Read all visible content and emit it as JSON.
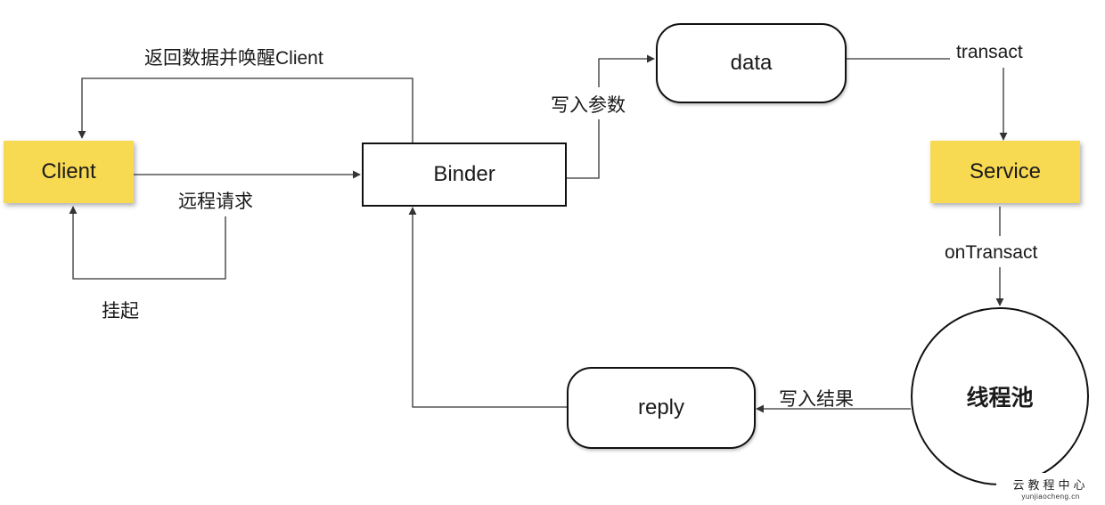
{
  "nodes": {
    "client": "Client",
    "binder": "Binder",
    "data": "data",
    "service": "Service",
    "thread_pool": "线程池",
    "reply": "reply"
  },
  "edge_labels": {
    "return_wake": "返回数据并唤醒Client",
    "remote_request": "远程请求",
    "suspend": "挂起",
    "write_params": "写入参数",
    "transact": "transact",
    "on_transact": "onTransact",
    "write_result": "写入结果"
  },
  "watermark": {
    "cn": "云教程中心",
    "en": "yunjiaocheng.cn"
  },
  "colors": {
    "client_service_fill": "#f8d952",
    "stroke": "#111111",
    "wire": "#333333"
  }
}
